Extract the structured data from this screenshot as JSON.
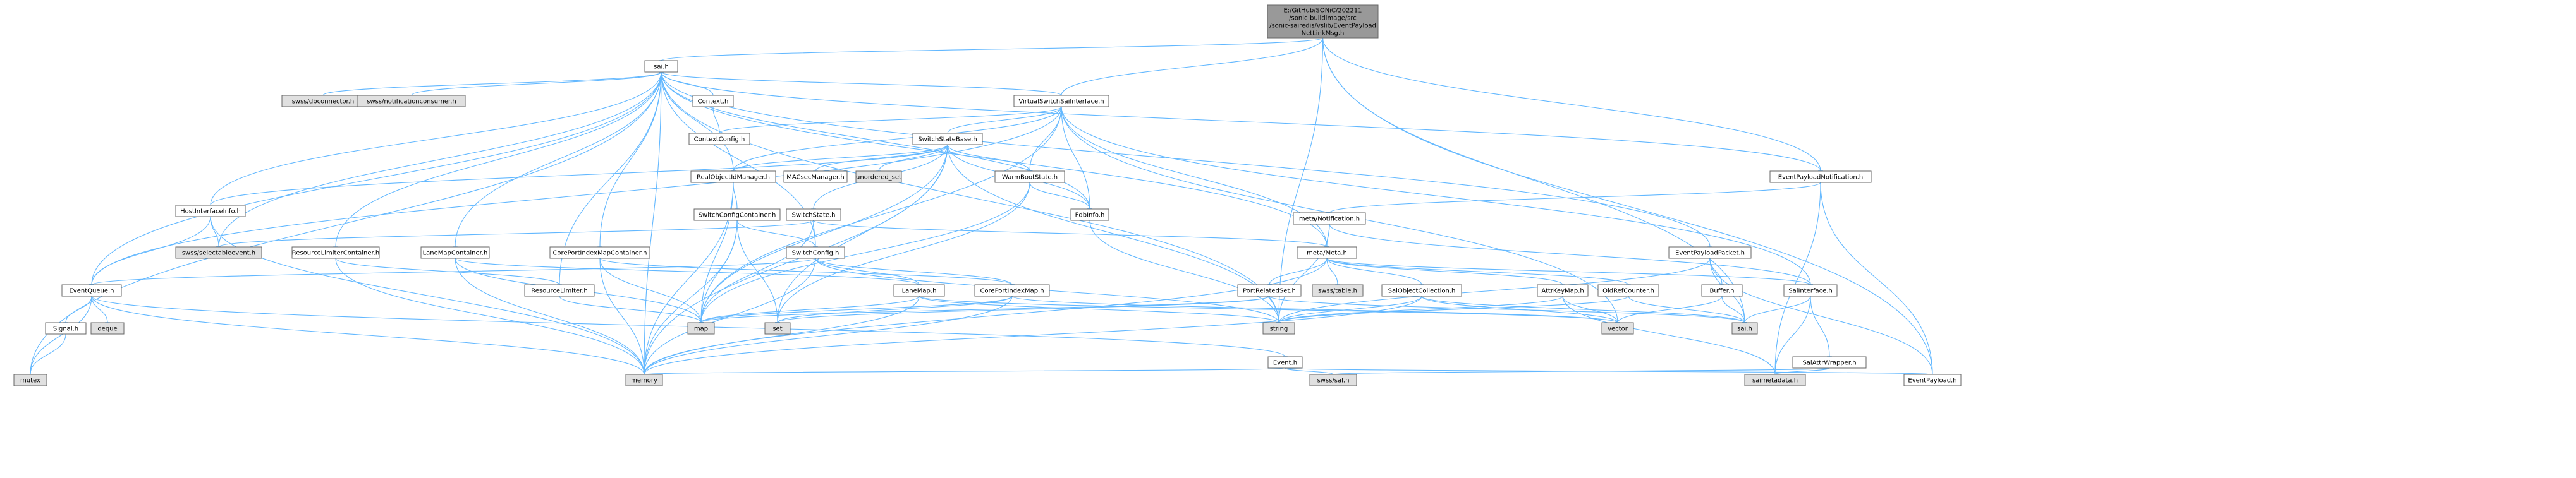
{
  "graph": {
    "colors": {
      "root_fill": "#999999",
      "normal_fill": "#ffffff",
      "system_fill": "#e0e0e0",
      "red_border": "#ff0000",
      "gray_border": "#999999",
      "edge": "#63b8ff"
    },
    "nodes": [
      {
        "id": "root",
        "lines": [
          "E:/GitHub/SONiC/202211",
          "/sonic-buildimage/src",
          "/sonic-sairedis/vslib/EventPayload",
          "NetLinkMsg.h"
        ],
        "style": "root"
      },
      {
        "id": "sai",
        "lines": [
          "sai.h"
        ],
        "style": "normal"
      },
      {
        "id": "swssdbconnector",
        "lines": [
          "swss/dbconnector.h"
        ],
        "style": "system"
      },
      {
        "id": "swssnotif",
        "lines": [
          "swss/notificationconsumer.h"
        ],
        "style": "system"
      },
      {
        "id": "context",
        "lines": [
          "Context.h"
        ],
        "style": "normal"
      },
      {
        "id": "contextconfig",
        "lines": [
          "ContextConfig.h"
        ],
        "style": "normal"
      },
      {
        "id": "vsi",
        "lines": [
          "VirtualSwitchSaiInterface.h"
        ],
        "style": "normal"
      },
      {
        "id": "ssb",
        "lines": [
          "SwitchStateBase.h"
        ],
        "style": "normal"
      },
      {
        "id": "realobj",
        "lines": [
          "RealObjectIdManager.h"
        ],
        "style": "normal"
      },
      {
        "id": "macsec",
        "lines": [
          "MACsecManager.h"
        ],
        "style": "red"
      },
      {
        "id": "unordered",
        "lines": [
          "unordered_set"
        ],
        "style": "system"
      },
      {
        "id": "warmboot",
        "lines": [
          "WarmBootState.h"
        ],
        "style": "normal"
      },
      {
        "id": "epn",
        "lines": [
          "EventPayloadNotification.h"
        ],
        "style": "normal"
      },
      {
        "id": "hostintf",
        "lines": [
          "HostInterfaceInfo.h"
        ],
        "style": "red"
      },
      {
        "id": "scc",
        "lines": [
          "SwitchConfigContainer.h"
        ],
        "style": "normal"
      },
      {
        "id": "switchstate",
        "lines": [
          "SwitchState.h"
        ],
        "style": "red"
      },
      {
        "id": "fdbinfo",
        "lines": [
          "FdbInfo.h"
        ],
        "style": "normal"
      },
      {
        "id": "metanotif",
        "lines": [
          "meta/Notification.h"
        ],
        "style": "normal"
      },
      {
        "id": "selectable",
        "lines": [
          "swss/selectableevent.h"
        ],
        "style": "system"
      },
      {
        "id": "rlc",
        "lines": [
          "ResourceLimiterContainer.h"
        ],
        "style": "normal"
      },
      {
        "id": "lmc",
        "lines": [
          "LaneMapContainer.h"
        ],
        "style": "normal"
      },
      {
        "id": "cpimc",
        "lines": [
          "CorePortIndexMapContainer.h"
        ],
        "style": "normal"
      },
      {
        "id": "switchconfig",
        "lines": [
          "SwitchConfig.h"
        ],
        "style": "normal"
      },
      {
        "id": "metameta",
        "lines": [
          "meta/Meta.h"
        ],
        "style": "normal"
      },
      {
        "id": "epp",
        "lines": [
          "EventPayloadPacket.h"
        ],
        "style": "normal"
      },
      {
        "id": "eventqueue",
        "lines": [
          "EventQueue.h"
        ],
        "style": "normal"
      },
      {
        "id": "rl",
        "lines": [
          "ResourceLimiter.h"
        ],
        "style": "normal"
      },
      {
        "id": "lanemap",
        "lines": [
          "LaneMap.h"
        ],
        "style": "red"
      },
      {
        "id": "cpim",
        "lines": [
          "CorePortIndexMap.h"
        ],
        "style": "red"
      },
      {
        "id": "prs",
        "lines": [
          "PortRelatedSet.h"
        ],
        "style": "normal"
      },
      {
        "id": "swsstable",
        "lines": [
          "swss/table.h"
        ],
        "style": "system"
      },
      {
        "id": "soc",
        "lines": [
          "SaiObjectCollection.h"
        ],
        "style": "red"
      },
      {
        "id": "akm",
        "lines": [
          "AttrKeyMap.h"
        ],
        "style": "red"
      },
      {
        "id": "orc",
        "lines": [
          "OidRefCounter.h"
        ],
        "style": "red"
      },
      {
        "id": "buffer",
        "lines": [
          "Buffer.h"
        ],
        "style": "red"
      },
      {
        "id": "saiinterface",
        "lines": [
          "SaiInterface.h"
        ],
        "style": "normal"
      },
      {
        "id": "signal",
        "lines": [
          "Signal.h"
        ],
        "style": "red"
      },
      {
        "id": "deque",
        "lines": [
          "deque"
        ],
        "style": "system"
      },
      {
        "id": "map",
        "lines": [
          "map"
        ],
        "style": "system"
      },
      {
        "id": "set",
        "lines": [
          "set"
        ],
        "style": "system"
      },
      {
        "id": "string",
        "lines": [
          "string"
        ],
        "style": "system"
      },
      {
        "id": "vector",
        "lines": [
          "vector"
        ],
        "style": "system"
      },
      {
        "id": "saih2",
        "lines": [
          "sai.h"
        ],
        "style": "system"
      },
      {
        "id": "event",
        "lines": [
          "Event.h"
        ],
        "style": "normal"
      },
      {
        "id": "saiattrwrapper",
        "lines": [
          "SaiAttrWrapper.h"
        ],
        "style": "normal"
      },
      {
        "id": "mutex",
        "lines": [
          "mutex"
        ],
        "style": "system"
      },
      {
        "id": "memory",
        "lines": [
          "memory"
        ],
        "style": "system"
      },
      {
        "id": "swsssal",
        "lines": [
          "swss/sal.h"
        ],
        "style": "system"
      },
      {
        "id": "saimetadata",
        "lines": [
          "saimetadata.h"
        ],
        "style": "system"
      },
      {
        "id": "eventpayload",
        "lines": [
          "EventPayload.h"
        ],
        "style": "normal"
      }
    ]
  }
}
